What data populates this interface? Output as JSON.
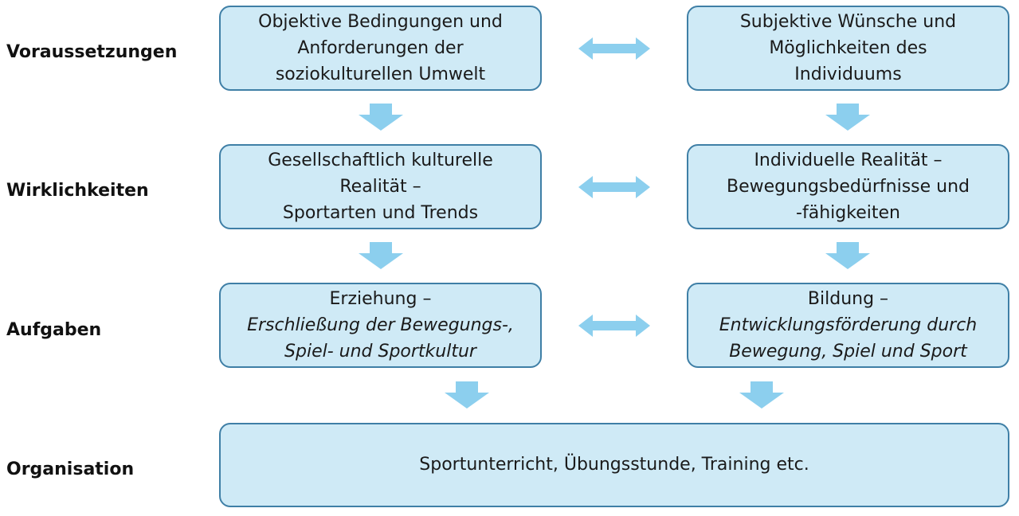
{
  "row_labels": {
    "voraussetzungen": "Voraussetzungen",
    "wirklichkeiten": "Wirklichkeiten",
    "aufgaben": "Aufgaben",
    "organisation": "Organisation"
  },
  "boxes": {
    "objective": {
      "lines": [
        "Objektive Bedingungen und",
        "Anforderungen der",
        "soziokulturellen Umwelt"
      ]
    },
    "subjective": {
      "lines": [
        "Subjektive Wünsche und",
        "Möglichkeiten des",
        "Individuums"
      ]
    },
    "societal": {
      "lines": [
        "Gesellschaftlich kulturelle",
        "Realität –",
        "Sportarten und Trends"
      ]
    },
    "individual": {
      "lines": [
        "Individuelle Realität –",
        "Bewegungsbedürfnisse und",
        "-fähigkeiten"
      ]
    },
    "erziehung": {
      "title": "Erziehung –",
      "subtitle_lines": [
        "Erschließung der Bewegungs-,",
        "Spiel- und Sportkultur"
      ]
    },
    "bildung": {
      "title": "Bildung –",
      "subtitle_lines": [
        "Entwicklungsförderung durch",
        "Bewegung, Spiel und Sport"
      ]
    },
    "organisation": {
      "text": "Sportunterricht, Übungsstunde, Training etc."
    }
  },
  "colors": {
    "box_fill": "#cfeaf6",
    "box_border": "#3f7fa6",
    "arrow_fill": "#8ccfee"
  }
}
